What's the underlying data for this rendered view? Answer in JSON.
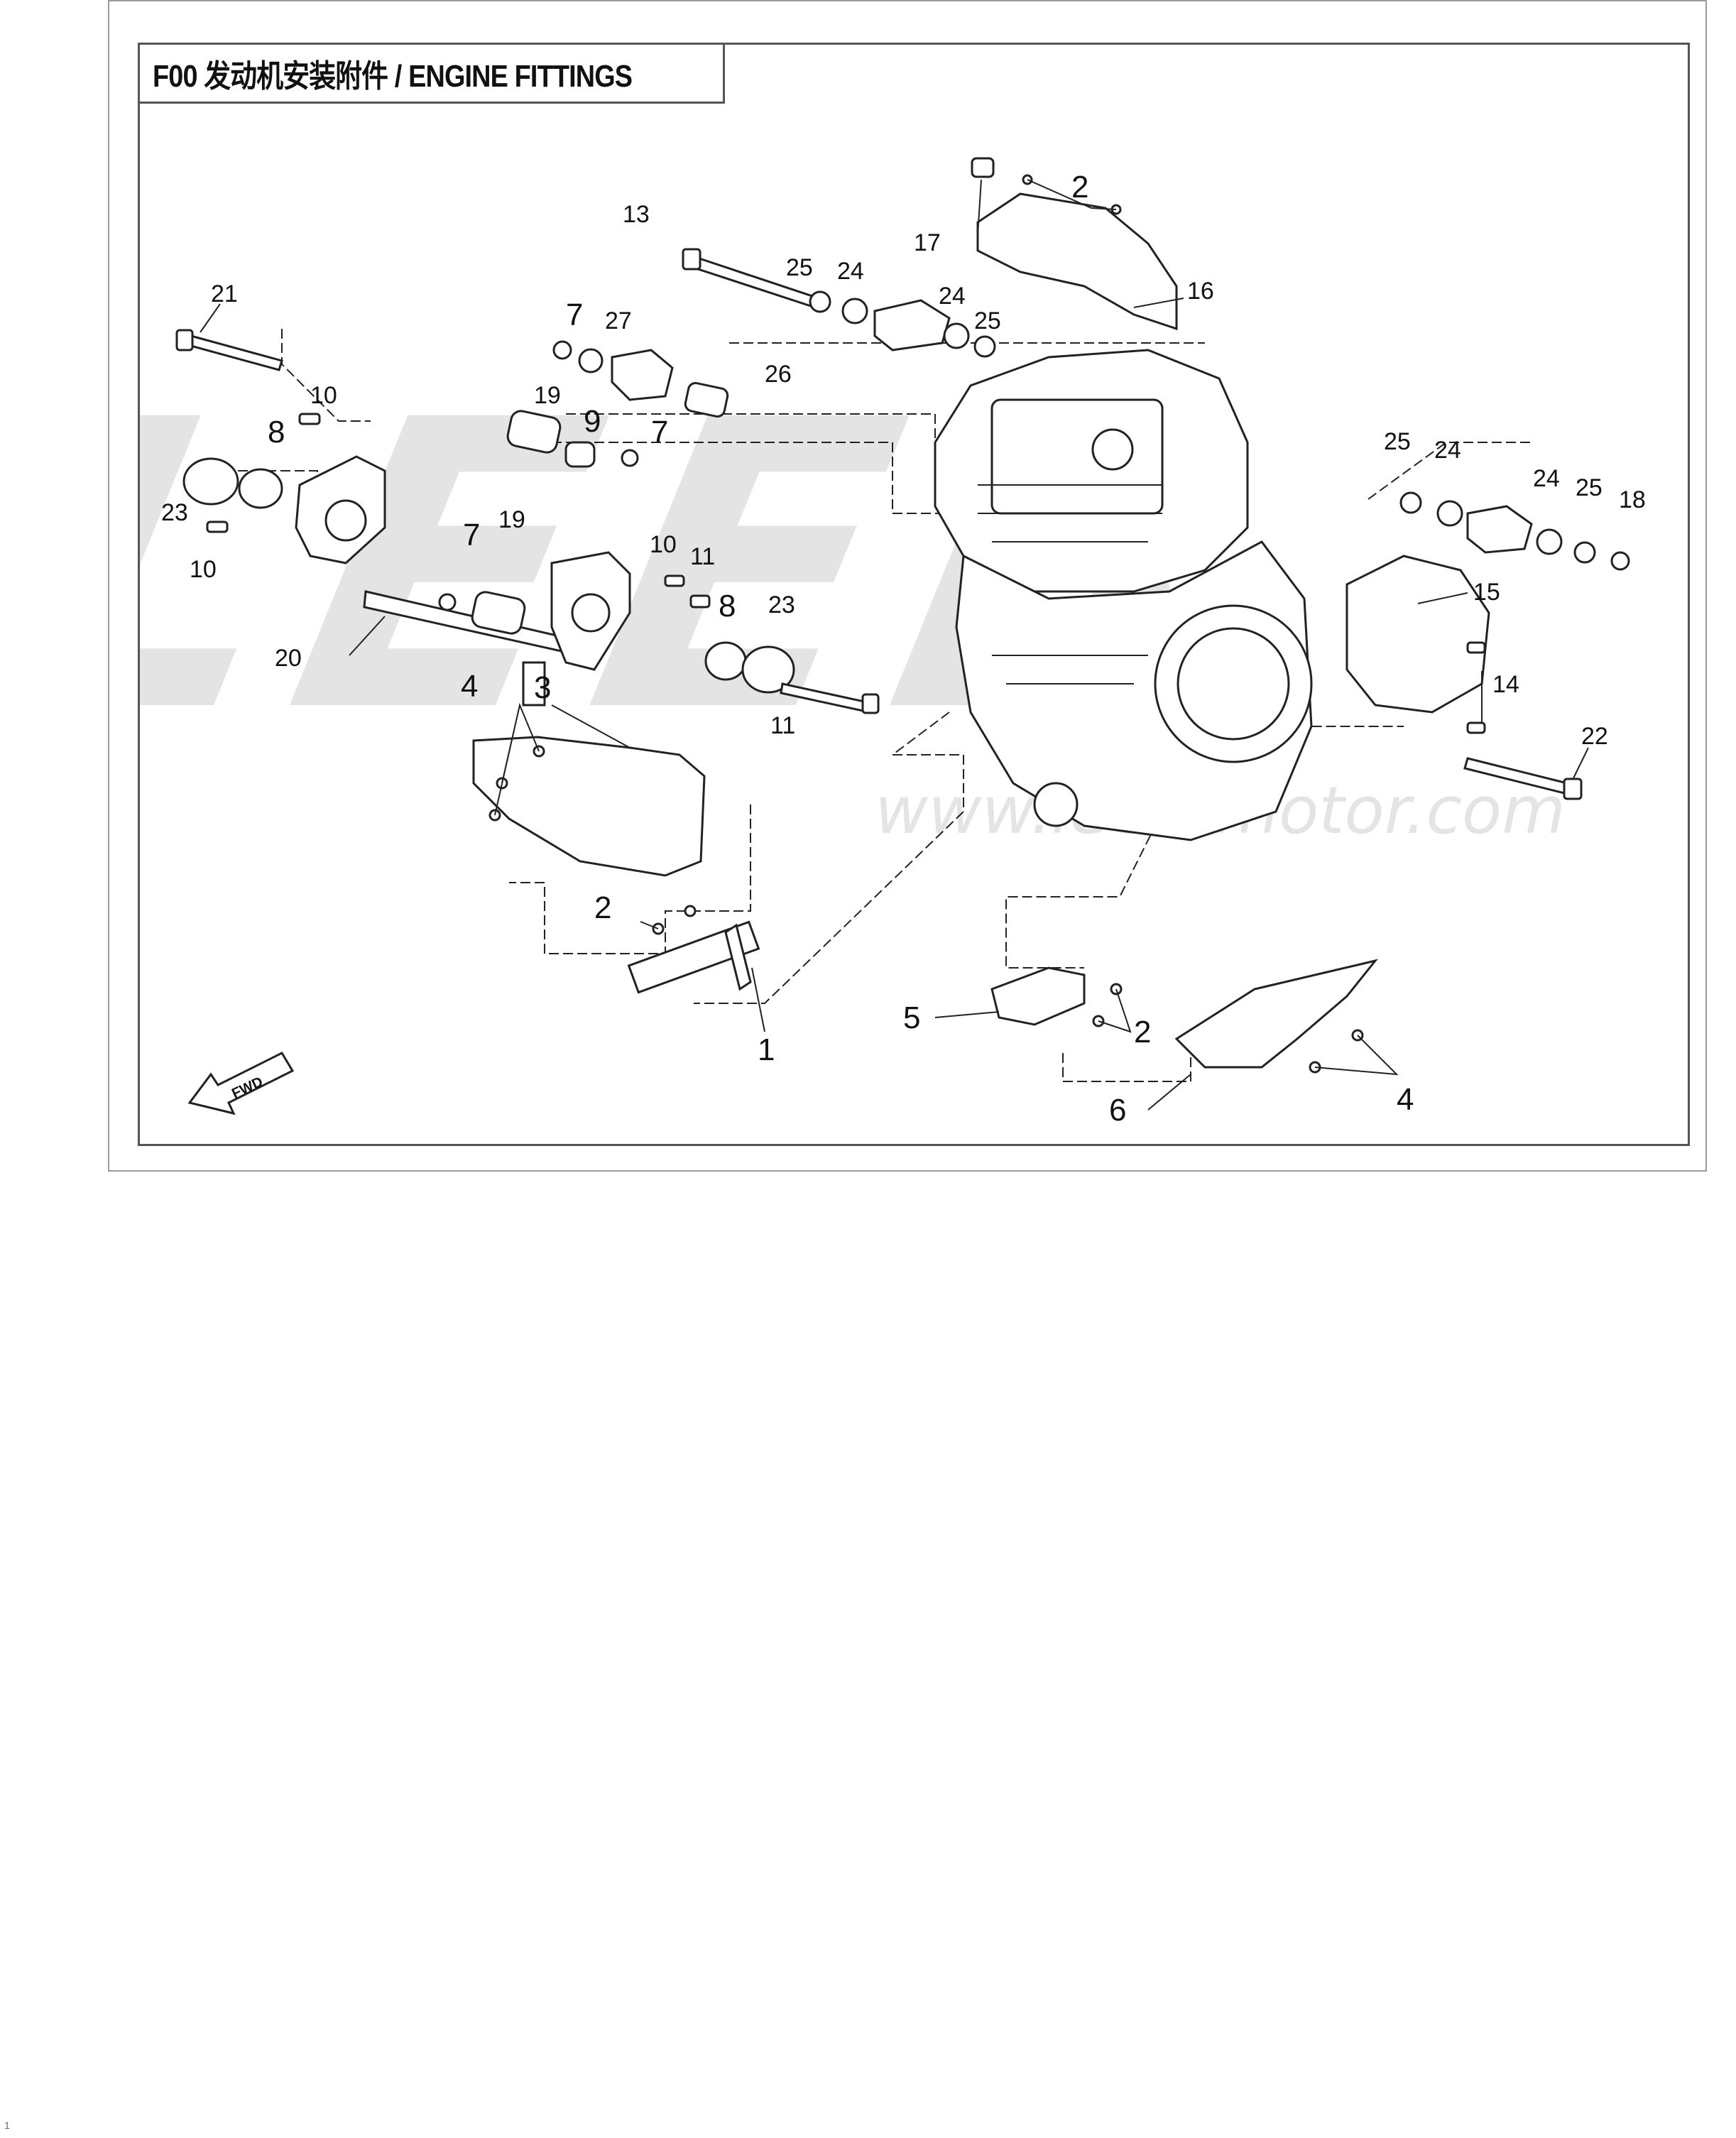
{
  "title": "F00 发动机安装附件 / ENGINE FITTINGS",
  "watermark": {
    "logo_text": "LEEB",
    "url_text": "www.leeb-motor.com"
  },
  "fwd_label": "FWD",
  "page_number": "1",
  "callouts": {
    "c1": "1",
    "c2a": "2",
    "c2b": "2",
    "c2c": "2",
    "c3": "3",
    "c4a": "4",
    "c4b": "4",
    "c5": "5",
    "c6": "6",
    "c7a": "7",
    "c7b": "7",
    "c7c": "7",
    "c8a": "8",
    "c8b": "8",
    "c9": "9",
    "c10a": "10",
    "c10b": "10",
    "c10c": "10",
    "c11a": "11",
    "c11b": "11",
    "c13": "13",
    "c14": "14",
    "c15": "15",
    "c16": "16",
    "c17": "17",
    "c18": "18",
    "c19a": "19",
    "c19b": "19",
    "c20": "20",
    "c21": "21",
    "c22": "22",
    "c23a": "23",
    "c23b": "23",
    "c24a": "24",
    "c24b": "24",
    "c24c": "24",
    "c24d": "24",
    "c25a": "25",
    "c25b": "25",
    "c25c": "25",
    "c25d": "25",
    "c26": "26",
    "c27": "27"
  },
  "colors": {
    "line": "#222222",
    "watermark": "#e4e4e4",
    "frame": "#555555"
  }
}
